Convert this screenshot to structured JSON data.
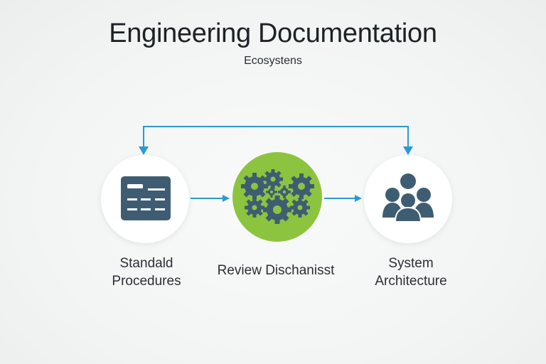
{
  "diagram": {
    "title": "Engineering Documentation",
    "subtitle": "Ecosystens",
    "nodes": [
      {
        "id": "standard-procedures",
        "label_lines": [
          "Standald",
          "Procedures"
        ],
        "icon": "document-list-icon"
      },
      {
        "id": "review-mechanism",
        "label_lines": [
          "Review Dischanisst"
        ],
        "icon": "gears-icon"
      },
      {
        "id": "system-architecture",
        "label_lines": [
          "System",
          "Architecture"
        ],
        "icon": "people-group-icon"
      }
    ],
    "edges": [
      {
        "from": "standard-procedures",
        "to": "review-mechanism",
        "style": "arrow"
      },
      {
        "from": "review-mechanism",
        "to": "system-architecture",
        "style": "arrow"
      },
      {
        "from": "standard-procedures",
        "to": "system-architecture",
        "style": "loop-over-top",
        "arrowheads": "both-down"
      }
    ],
    "colors": {
      "accent_arrow": "#2b9ad6",
      "icon_slate": "#3f5d72",
      "review_circle": "#8cc43f",
      "node_circle": "#ffffff",
      "title_text": "#1c2226"
    }
  }
}
